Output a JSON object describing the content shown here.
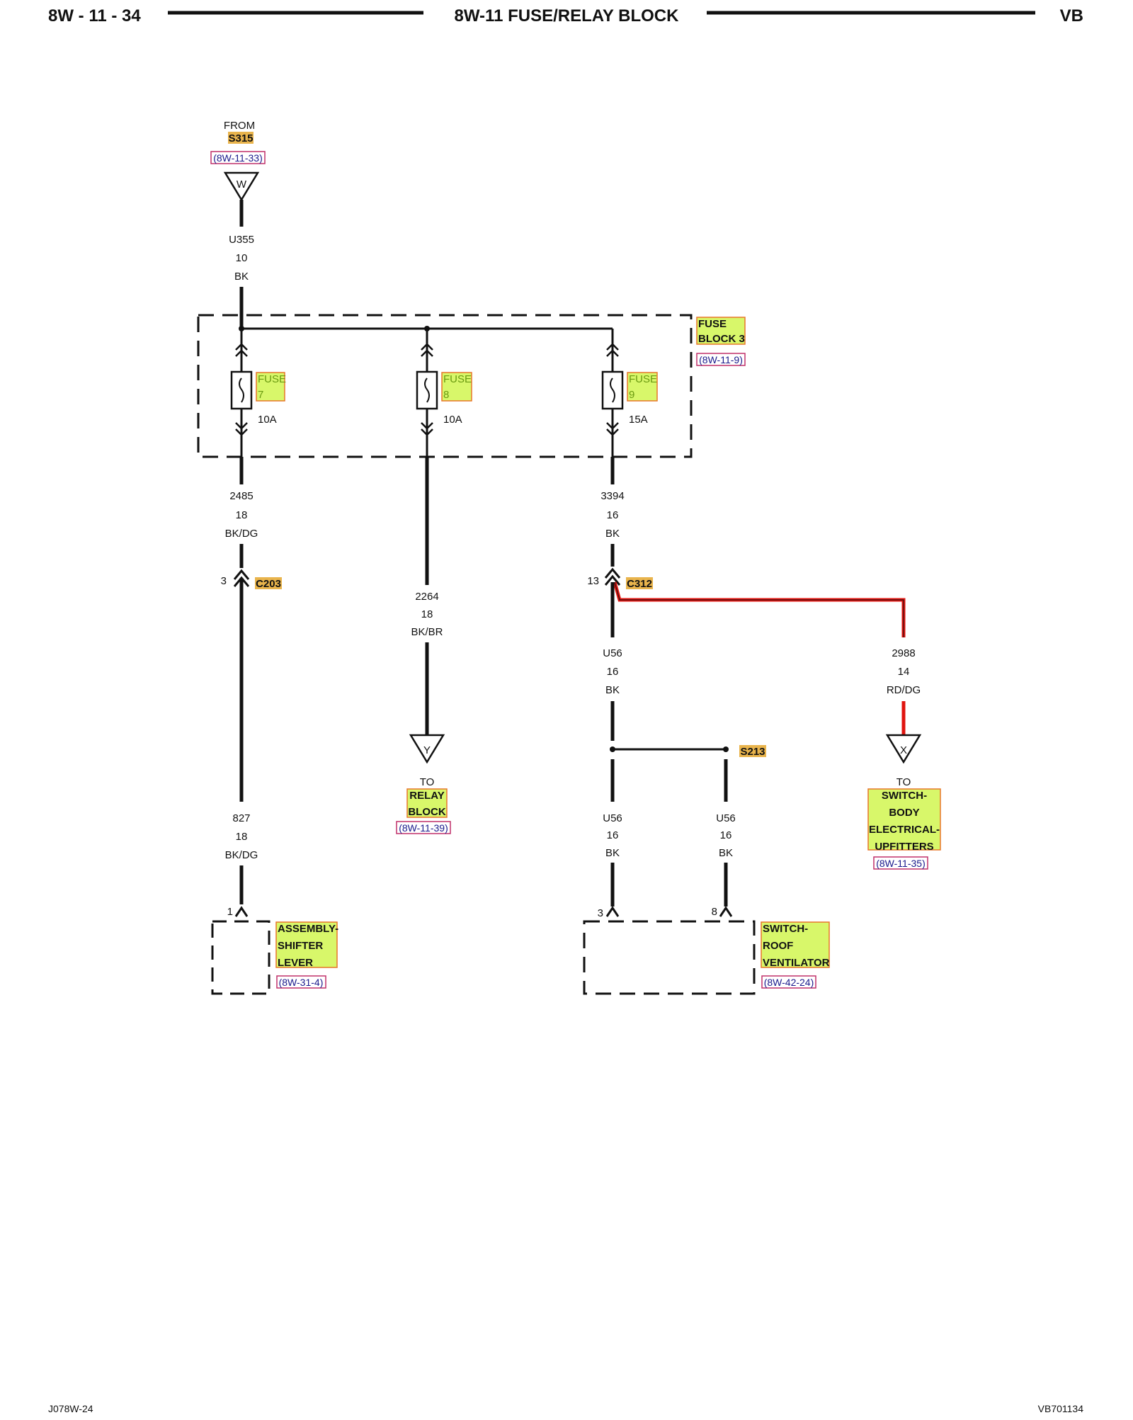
{
  "header": {
    "left": "8W - 11 - 34",
    "center": "8W-11 FUSE/RELAY BLOCK",
    "right": "VB"
  },
  "footer": {
    "left": "J078W-24",
    "right": "VB701134"
  },
  "colors": {
    "wire": "#111111",
    "red_wire": "#e0140f",
    "highlight": "#d8f76a",
    "highlight_border": "#e8762a",
    "ref_border": "#c0306a"
  },
  "source": {
    "from": "FROM",
    "splice": "S315",
    "ref": "(8W-11-33)",
    "connector_letter": "W",
    "circuit": "U355",
    "gauge": "10",
    "color": "BK"
  },
  "fuse_block": {
    "line1": "FUSE",
    "line2": "BLOCK 3",
    "ref": "(8W-11-9)"
  },
  "fuses": [
    {
      "label": "FUSE",
      "number": "7",
      "rating": "10A"
    },
    {
      "label": "FUSE",
      "number": "8",
      "rating": "10A"
    },
    {
      "label": "FUSE",
      "number": "9",
      "rating": "15A"
    }
  ],
  "wire_2485": {
    "circuit": "2485",
    "gauge": "18",
    "color": "BK/DG"
  },
  "c203": {
    "pin": "3",
    "name": "C203"
  },
  "wire_827": {
    "circuit": "827",
    "gauge": "18",
    "color": "BK/DG"
  },
  "shifter": {
    "pin": "1",
    "line1": "ASSEMBLY-",
    "line2": "SHIFTER",
    "line3": "LEVER",
    "ref": "(8W-31-4)"
  },
  "wire_2264": {
    "circuit": "2264",
    "gauge": "18",
    "color": "BK/BR"
  },
  "relay": {
    "connector_letter": "Y",
    "to": "TO",
    "line1": "RELAY",
    "line2": "BLOCK",
    "ref": "(8W-11-39)"
  },
  "wire_3394": {
    "circuit": "3394",
    "gauge": "16",
    "color": "BK"
  },
  "c312": {
    "pin": "13",
    "name": "C312"
  },
  "wire_u56_a": {
    "circuit": "U56",
    "gauge": "16",
    "color": "BK"
  },
  "s213": {
    "name": "S213"
  },
  "wire_u56_b": {
    "circuit": "U56",
    "gauge": "16",
    "color": "BK"
  },
  "wire_u56_c": {
    "circuit": "U56",
    "gauge": "16",
    "color": "BK"
  },
  "ventilator": {
    "pin_a": "3",
    "pin_b": "8",
    "line1": "SWITCH-",
    "line2": "ROOF",
    "line3": "VENTILATOR",
    "ref": "(8W-42-24)"
  },
  "wire_2988": {
    "circuit": "2988",
    "gauge": "14",
    "color": "RD/DG"
  },
  "upfitters": {
    "connector_letter": "X",
    "to": "TO",
    "line1": "SWITCH-",
    "line2": "BODY",
    "line3": "ELECTRICAL-",
    "line4": "UPFITTERS",
    "ref": "(8W-11-35)"
  }
}
